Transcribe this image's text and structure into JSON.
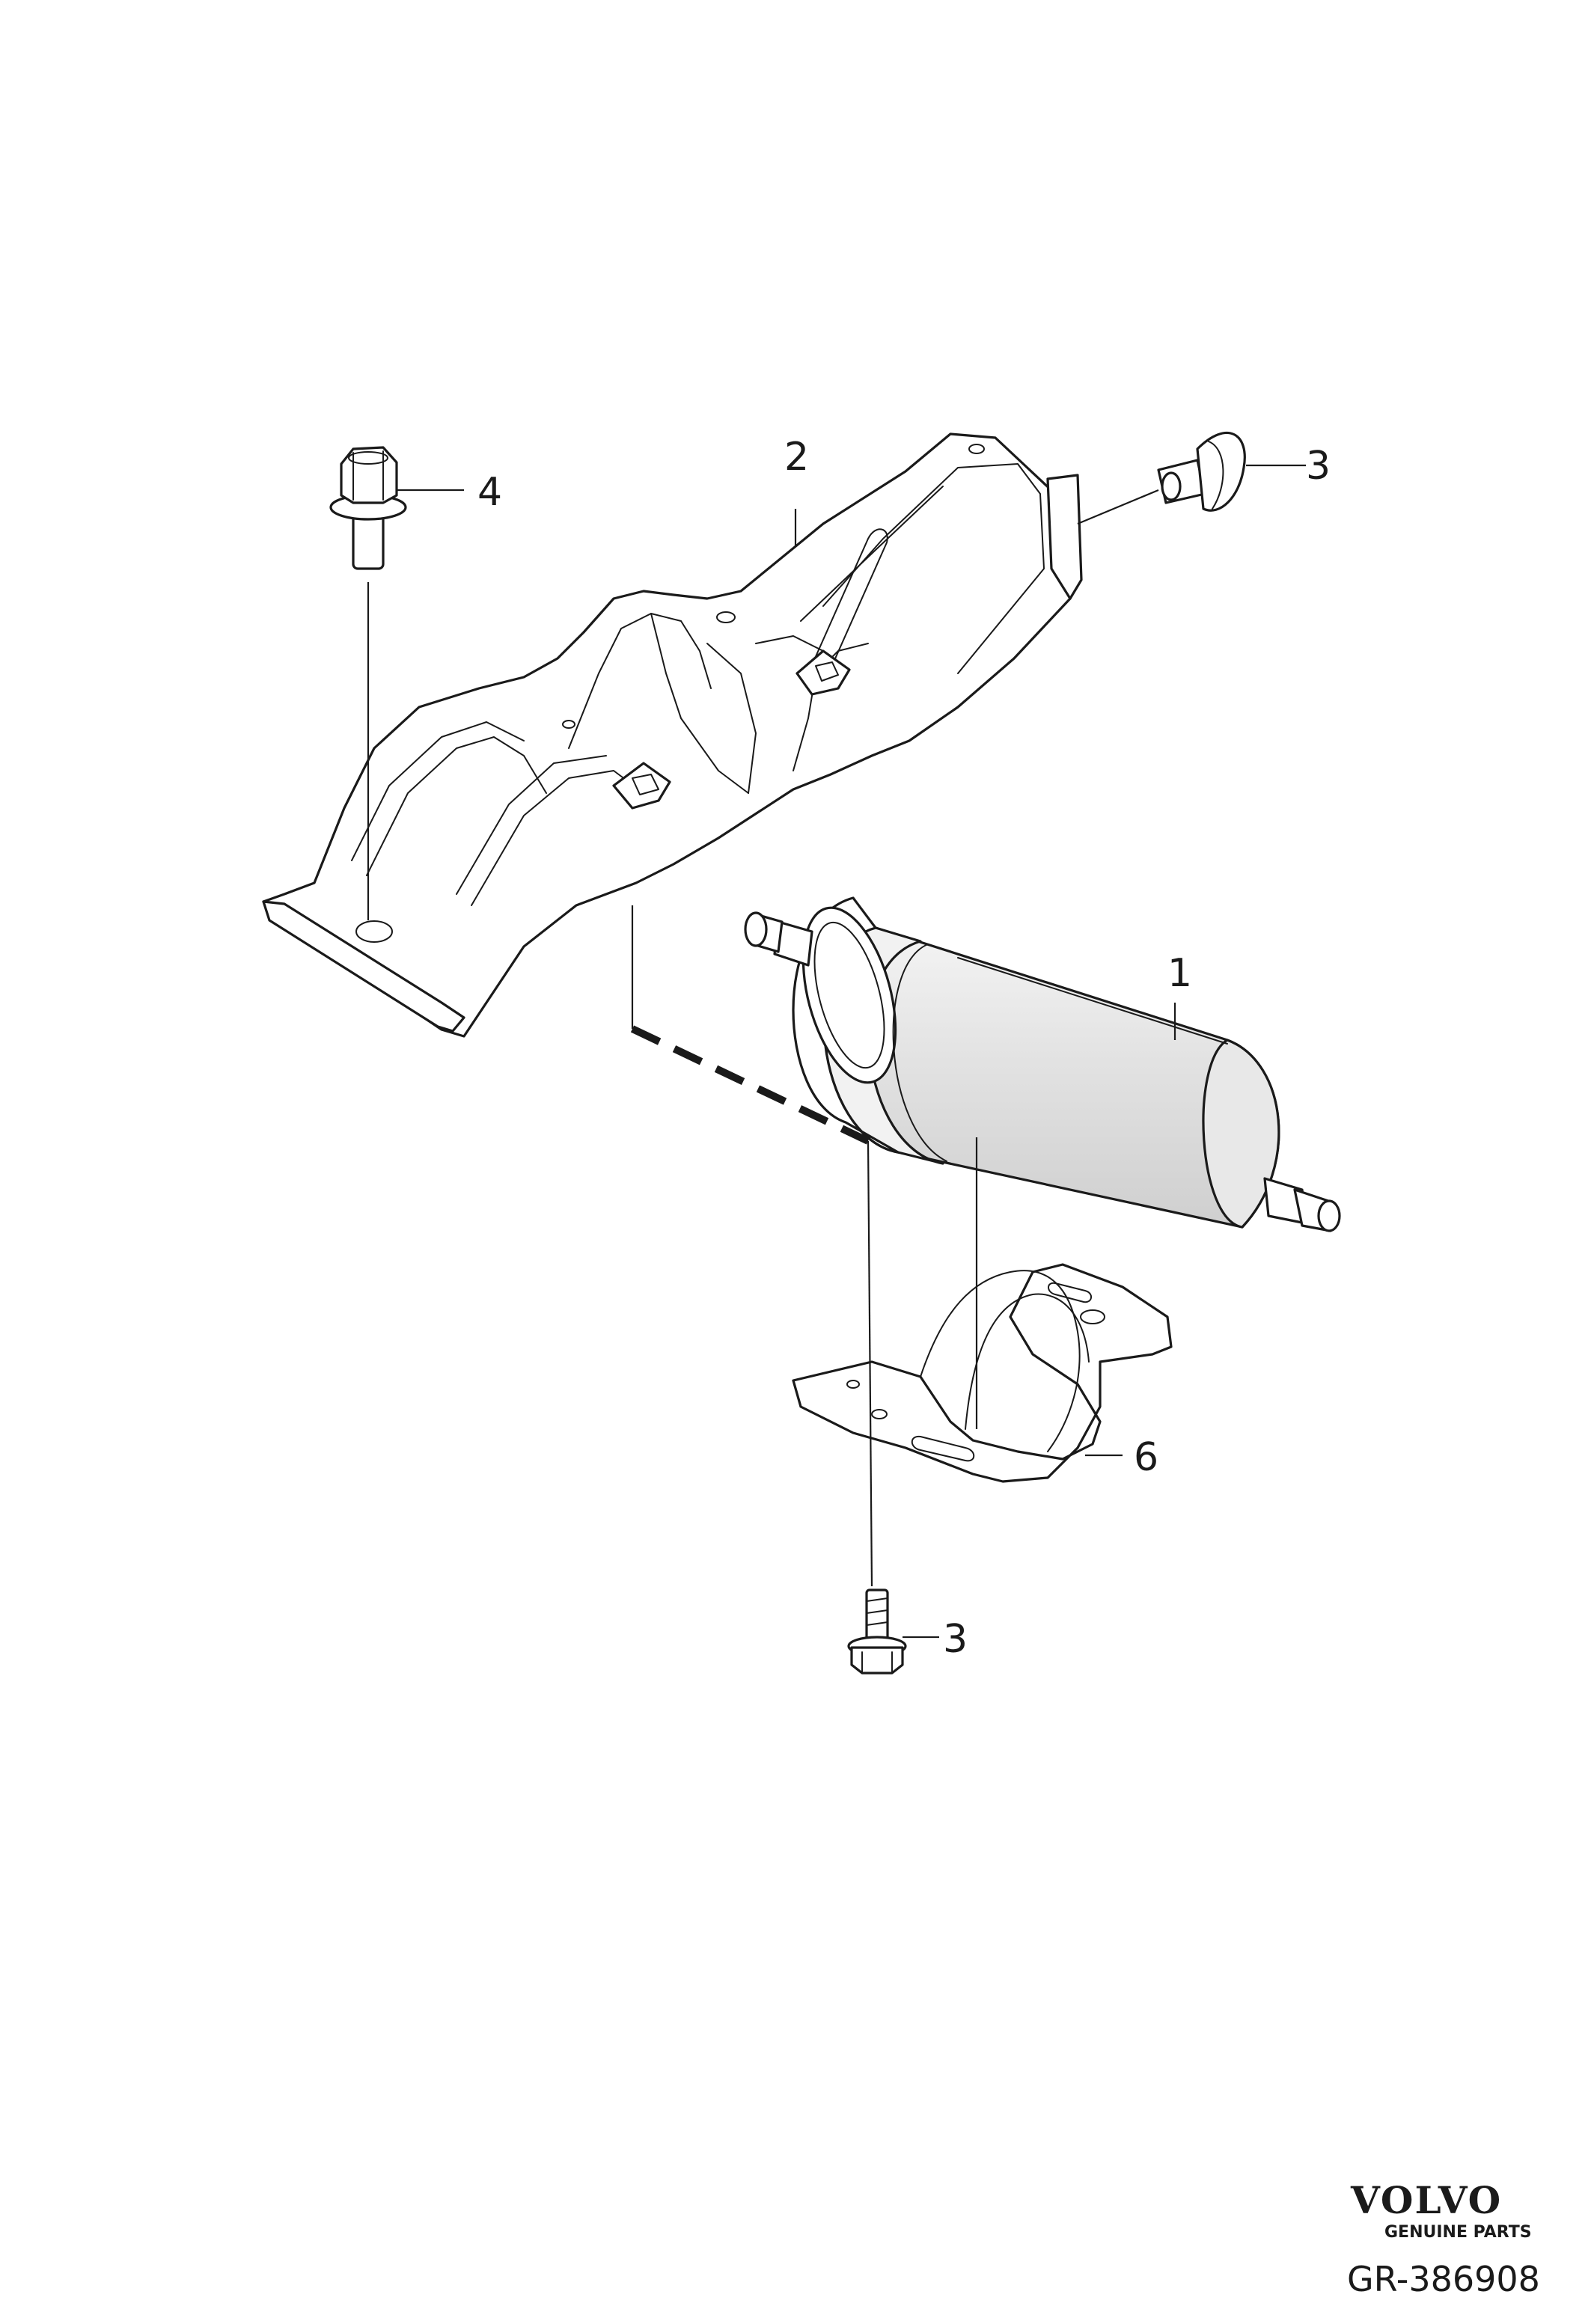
{
  "callouts": {
    "filter": "1",
    "bracket": "2",
    "screw_top": "3",
    "bolt": "4",
    "screw_bottom": "3",
    "clamp": "6"
  },
  "branding": {
    "logo": "VOLVO",
    "subtitle": "GENUINE PARTS",
    "reference": "GR-386908"
  },
  "colors": {
    "line": "#1a1a1a",
    "background": "#ffffff"
  }
}
